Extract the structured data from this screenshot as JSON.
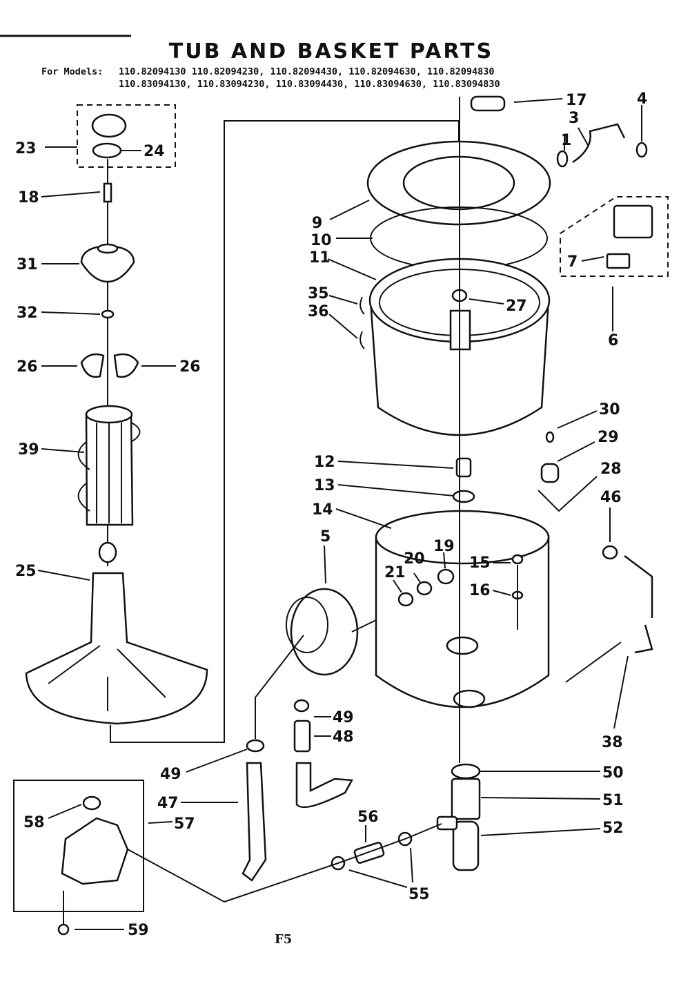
{
  "title": "TUB AND BASKET PARTS",
  "models": {
    "prefix": "For Models:",
    "line1": "110.82094130  110.82094230, 110.82094430, 110.82094630, 110.82094830",
    "line2": "110.83094130, 110.83094230, 110.83094430, 110.83094630, 110.83094830"
  },
  "footer": "F5",
  "callouts": [
    "17",
    "4",
    "3",
    "1",
    "9",
    "10",
    "11",
    "27",
    "35",
    "36",
    "7",
    "6",
    "23",
    "24",
    "18",
    "31",
    "32",
    "26",
    "26",
    "39",
    "25",
    "30",
    "29",
    "28",
    "12",
    "13",
    "14",
    "46",
    "5",
    "15",
    "21",
    "20",
    "19",
    "16",
    "38",
    "49",
    "48",
    "50",
    "51",
    "49",
    "47",
    "57",
    "58",
    "56",
    "52",
    "55",
    "59"
  ]
}
